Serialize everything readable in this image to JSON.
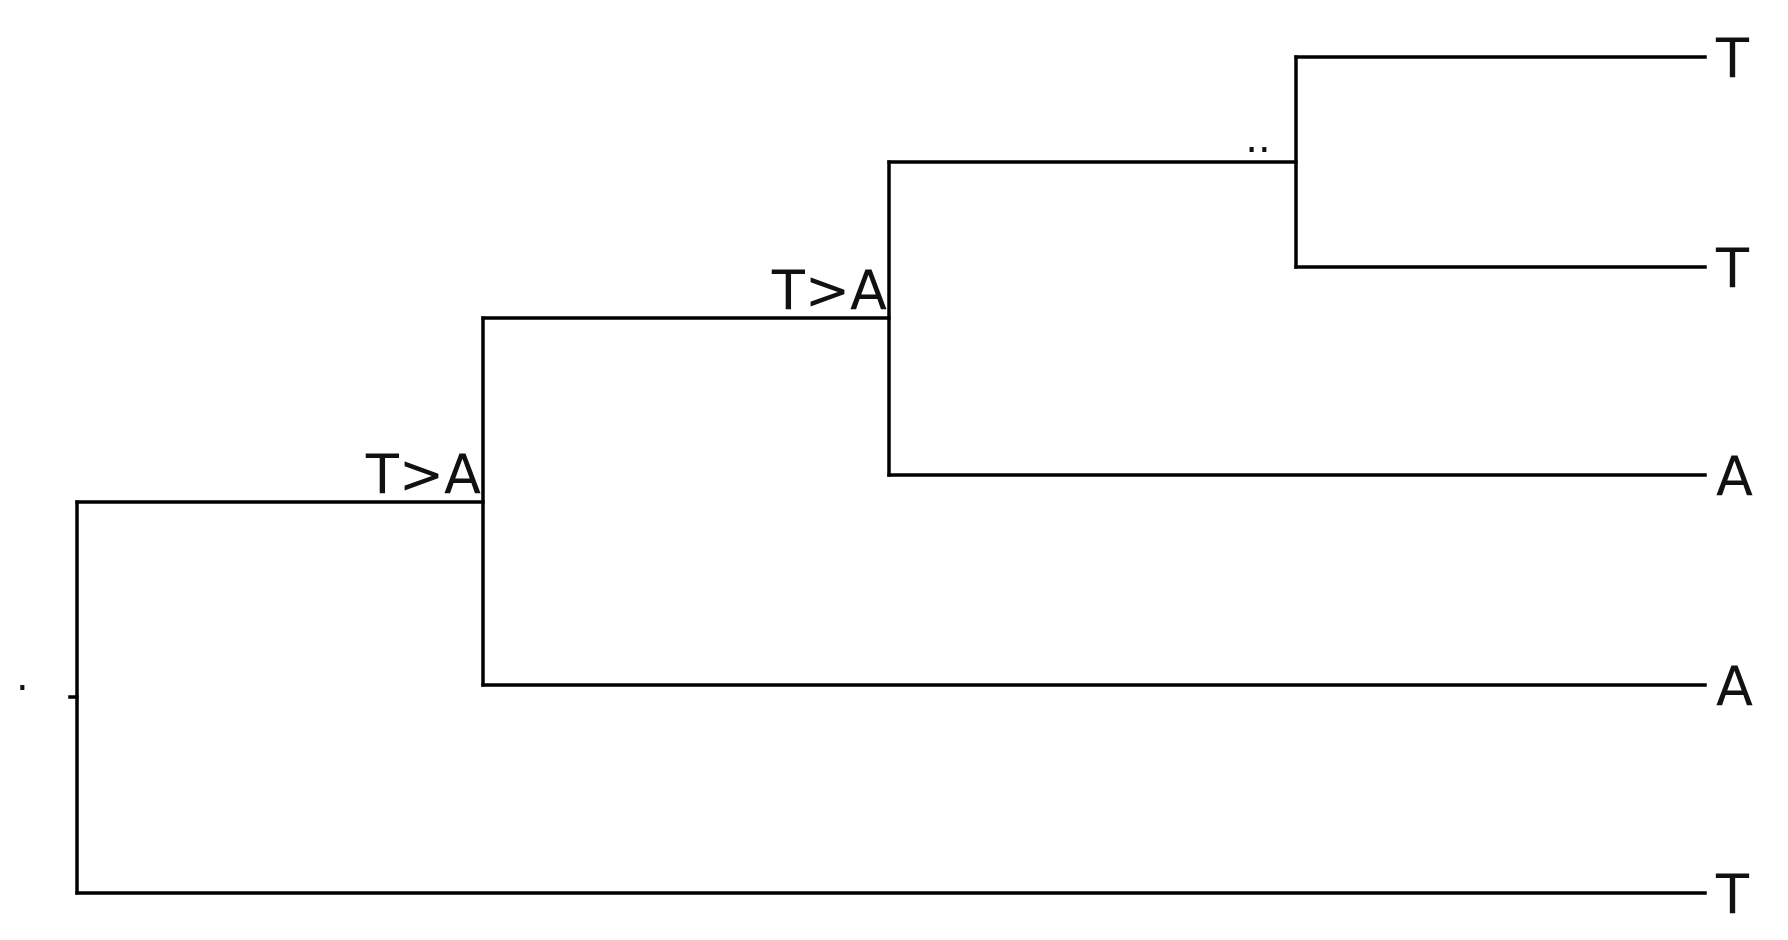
{
  "tree": {
    "line_color": "#000000",
    "text_color": "#111111",
    "leaves": [
      {
        "id": "leaf-1",
        "label": "T"
      },
      {
        "id": "leaf-2",
        "label": "T"
      },
      {
        "id": "leaf-3",
        "label": "A"
      },
      {
        "id": "leaf-4",
        "label": "A"
      },
      {
        "id": "leaf-5",
        "label": "T"
      }
    ],
    "mutation_labels": {
      "root": ".",
      "node_a": "T>A",
      "node_b": "T>A",
      "node_c": ".."
    }
  }
}
